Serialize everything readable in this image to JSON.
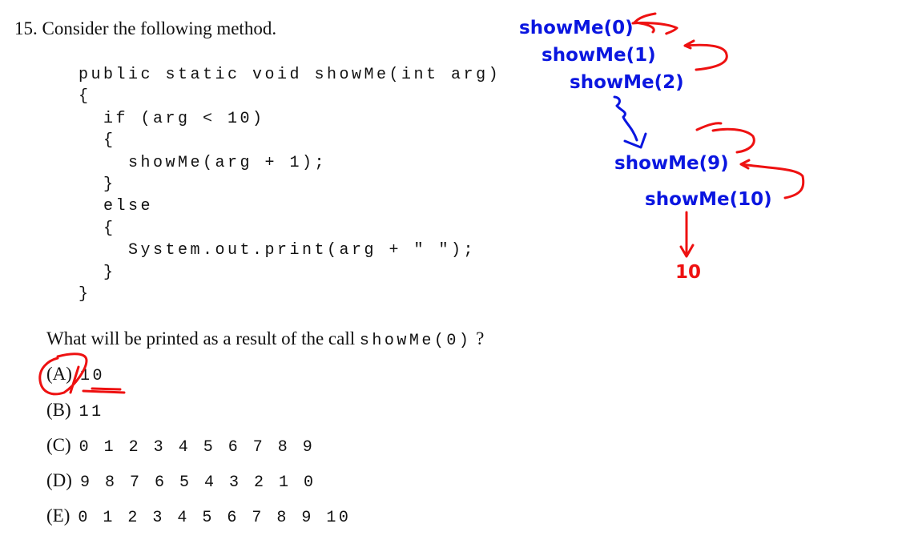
{
  "question": {
    "title": "15. Consider the following method.",
    "code_lines": [
      "public static void showMe(int arg)",
      "{",
      "  if (arg < 10)",
      "  {",
      "    showMe(arg + 1);",
      "  }",
      "  else",
      "  {",
      "    System.out.print(arg + \" \");",
      "  }",
      "}"
    ],
    "prompt": "What will be printed as a result of the call",
    "prompt_code": "showMe(0)",
    "prompt_end": "?",
    "options": [
      {
        "letter": "(A)",
        "text": "10"
      },
      {
        "letter": "(B)",
        "text": "11"
      },
      {
        "letter": "(C)",
        "text": "0 1 2 3 4 5 6 7 8 9"
      },
      {
        "letter": "(D)",
        "text": "9 8 7 6 5 4 3 2 1 0"
      },
      {
        "letter": "(E)",
        "text": "0 1 2 3 4 5 6 7 8 9 10"
      }
    ]
  },
  "annotations": {
    "calls": [
      "showMe(0)",
      "showMe(1)",
      "showMe(2)",
      "showMe(9)",
      "showMe(10)"
    ],
    "output": "10",
    "colors": {
      "blue": "#0a16e0",
      "red": "#ee1111"
    }
  }
}
